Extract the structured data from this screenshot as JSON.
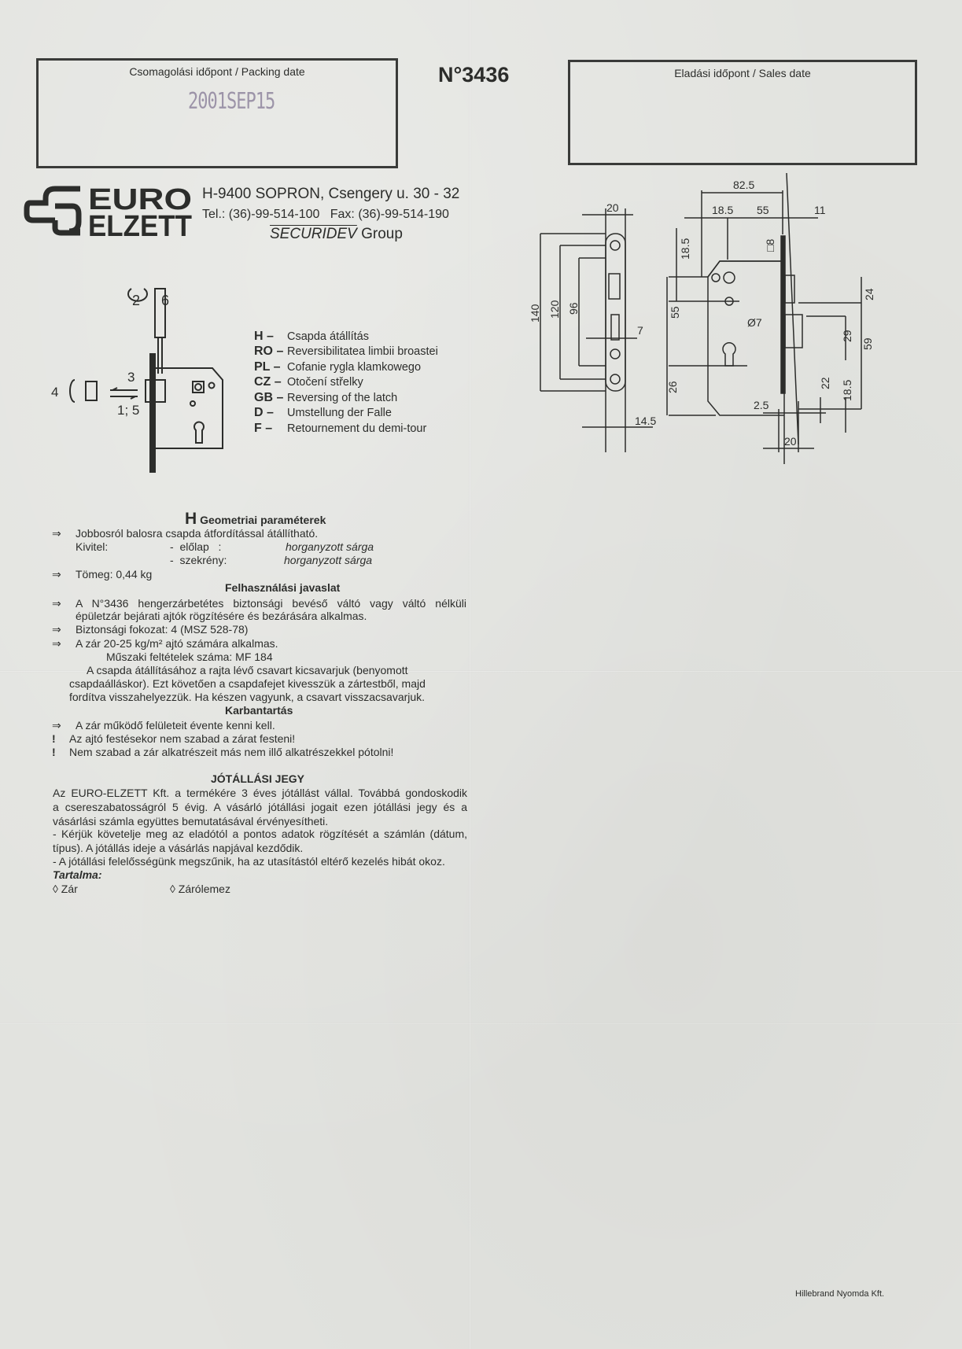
{
  "packing_box": {
    "label": "Csomagolási időpont / Packing date",
    "stamp": "2001SEP15"
  },
  "product_number": "N°3436",
  "sales_box": {
    "label": "Eladási időpont / Sales date"
  },
  "company": {
    "logo_text": [
      "EURO",
      "ELZETT"
    ],
    "address": "H-9400 SOPRON, Csengery u. 30 - 32",
    "phone": "Tel.: (36)-99-514-100   Fax: (36)-99-514-190",
    "group_brand": "SECURIDEV",
    "group_suffix": " Group"
  },
  "reversal_diagram": {
    "rotate_label_left": "2",
    "rotate_label_right": "6",
    "push_label": "3",
    "pull_label": "1; 5",
    "turn_label": "4"
  },
  "language_list": [
    {
      "code": "H –",
      "text": "Csapda átállítás"
    },
    {
      "code": "RO –",
      "text": "Reversibilitatea limbii broastei"
    },
    {
      "code": "PL –",
      "text": "Cofanie rygla klamkowego"
    },
    {
      "code": "CZ –",
      "text": "Otočení střelky"
    },
    {
      "code": "GB –",
      "text": "Reversing of the latch"
    },
    {
      "code": "D –",
      "text": "Umstellung der Falle"
    },
    {
      "code": "F –",
      "text": "Retournement du demi-tour"
    }
  ],
  "dimensions": {
    "strike_width": "20",
    "strike_length": "140",
    "strike_holes": "120",
    "strike_inner": "96",
    "strike_offset": "7",
    "strike_depth": "14.5",
    "body_width": "82.5",
    "backset_small": "18.5",
    "backset": "55",
    "bolt_proj": "11",
    "top_offset": "18.5",
    "spindle": "□8",
    "center_dist": "55",
    "hole_dia": "Ø7",
    "cyl_low": "26",
    "latch_h": "24",
    "bolt_h": "29",
    "bolt_span": "59",
    "bottom_22": "22",
    "bottom_18": "18.5",
    "plate_thk": "2.5",
    "face_width": "20"
  },
  "geometry": {
    "letter": "H",
    "title": "Geometriai paraméterek",
    "line1": "Jobbosról balosra csapda átfordítással átállítható.",
    "finish_label": "Kivitel:",
    "faceplate_label": "-  előlap   :",
    "faceplate_value": "horganyzott sárga",
    "case_label": "-  szekrény:",
    "case_value": "horganyzott sárga",
    "weight": "Tömeg: 0,44 kg"
  },
  "usage": {
    "title": "Felhasználási javaslat",
    "p1_line1": "A N°3436 hengerzárbetétes biztonsági bevéső váltó vagy váltó nélküli",
    "p1_line2": "épületzár bejárati ajtók rögzítésére és bezárására alkalmas.",
    "security": "Biztonsági fokozat: 4 (MSZ 528-78)",
    "door": "A zár 20-25 kg/m² ajtó számára alkalmas.",
    "spec": "Műszaki feltételek száma: MF 184",
    "p2_line1": "A csapda átállításához a rajta lévő csavart kicsavarjuk (benyomott",
    "p2_line2": "csapdaálláskor). Ezt követően a csapdafejet kivesszük a zártestből, majd",
    "p2_line3": "fordítva visszahelyezzük. Ha készen vagyunk, a csavart visszacsavarjuk."
  },
  "maintenance": {
    "title": "Karbantartás",
    "item1": "A zár működő felületeit évente kenni kell.",
    "item2": "Az ajtó festésekor nem szabad a zárat festeni!",
    "item3": "Nem szabad a zár alkatrészeit más nem illő alkatrészekkel pótolni!"
  },
  "warranty": {
    "title": "JÓTÁLLÁSI JEGY",
    "l1": "Az EURO-ELZETT Kft. a termékére 3 éves jótállást vállal. Továbbá gondoskodik",
    "l2": "a csereszabatosságról 5 évig. A vásárló jótállási jogait ezen jótállási jegy és a",
    "l3": "vásárlási számla együttes bemutatásával érvényesítheti.",
    "l4": "- Kérjük követelje meg az eladótól a pontos adatok rögzítését a számlán (dátum,",
    "l5": "típus). A jótállás ideje a vásárlás napjával kezdődik.",
    "l6": "- A jótállási felelősségünk megszűnik, ha az utasítástól eltérő kezelés hibát okoz.",
    "contents_label": "Tartalma:",
    "item1": "◊ Zár",
    "item2": "◊ Zárólemez"
  },
  "symbols": {
    "arrow": "⇒",
    "warn": "!"
  },
  "printer": "Hillebrand Nyomda Kft."
}
